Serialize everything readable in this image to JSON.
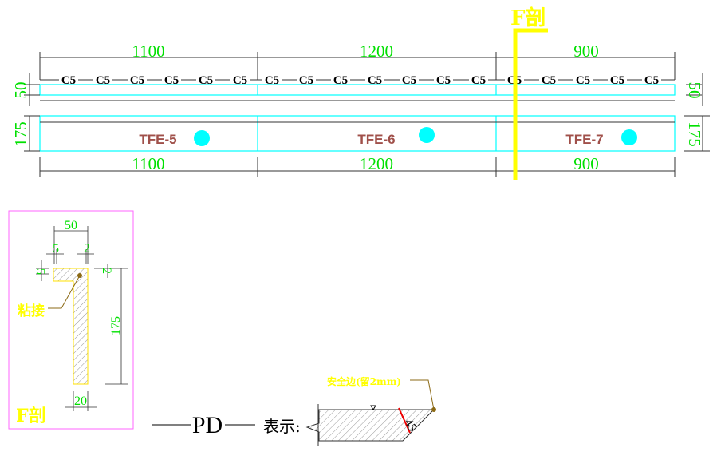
{
  "plan": {
    "top_dims": [
      "1100",
      "1200",
      "900"
    ],
    "bottom_dims": [
      "1100",
      "1200",
      "900"
    ],
    "c5_label": "C5",
    "left_dims": [
      "50",
      "175"
    ],
    "right_dims": [
      "50",
      "175"
    ],
    "panels": [
      "TFE-5",
      "TFE-6",
      "TFE-7"
    ],
    "section_marker": "F剖"
  },
  "section": {
    "title": "F剖",
    "width": "50",
    "offset_left": "5",
    "offset_right": "2",
    "flange_thk": "5",
    "top_gap": "2",
    "height": "175",
    "web": "20",
    "bond_label": "粘接"
  },
  "legend": {
    "code": "PD",
    "means": "表示:",
    "safety_edge": "安全边(留2mm)",
    "angle": "45"
  },
  "colors": {
    "cyan": "#00ffff",
    "dim": "#00e000",
    "yellow": "#ffff00",
    "panel": "#a0504a",
    "frame": "#ff66ff"
  }
}
